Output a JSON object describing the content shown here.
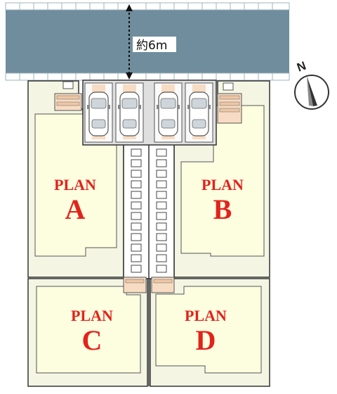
{
  "road": {
    "width_label": "約6m",
    "color": "#6f8d9c"
  },
  "compass": {
    "label": "N"
  },
  "plans": [
    {
      "word": "PLAN",
      "letter": "A"
    },
    {
      "word": "PLAN",
      "letter": "B"
    },
    {
      "word": "PLAN",
      "letter": "C"
    },
    {
      "word": "PLAN",
      "letter": "D"
    }
  ],
  "colors": {
    "lot_fill": "#f4f6e3",
    "building_fill": "#fdfde0",
    "accent_text": "#e2231a",
    "entrance_fill": "#f7dcc3"
  }
}
